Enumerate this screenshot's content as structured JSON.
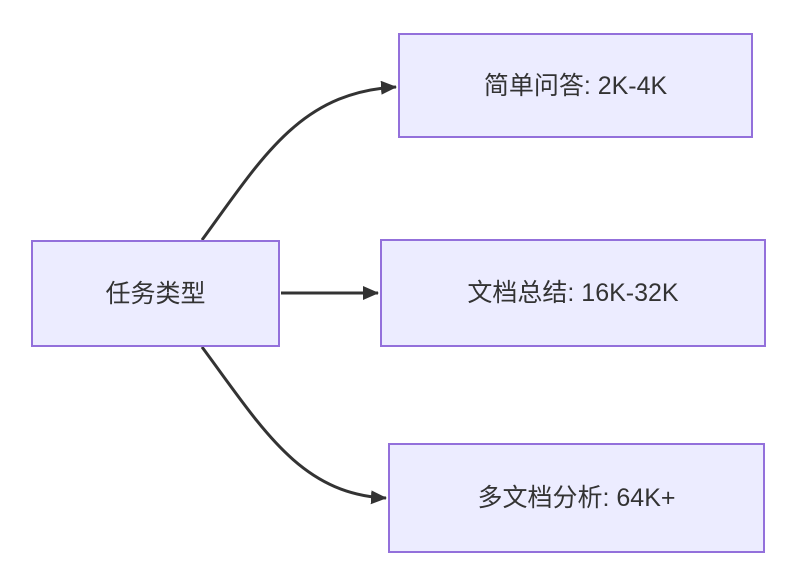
{
  "diagram": {
    "type": "flowchart",
    "direction": "LR",
    "nodes": [
      {
        "id": "task-type",
        "label": "任务类型"
      },
      {
        "id": "simple-qa",
        "label": "简单问答: 2K-4K"
      },
      {
        "id": "doc-summary",
        "label": "文档总结: 16K-32K"
      },
      {
        "id": "multi-doc",
        "label": "多文档分析: 64K+"
      }
    ],
    "edges": [
      {
        "from": "task-type",
        "to": "simple-qa"
      },
      {
        "from": "task-type",
        "to": "doc-summary"
      },
      {
        "from": "task-type",
        "to": "multi-doc"
      }
    ],
    "colors": {
      "node_fill": "#ECECFF",
      "node_border": "#9370DB",
      "edge_stroke": "#333333",
      "text": "#333333",
      "background": "#FFFFFF"
    }
  }
}
